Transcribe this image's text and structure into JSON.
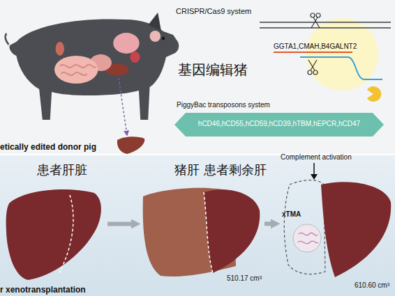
{
  "diagram": {
    "nodes": [
      {
        "text": [
          "hCD46,hCD55,hCD59,hCD39,hTBM,hEPCR,hCD47"
        ]
      },
      {
        "text": [
          "患者肝脏"
        ]
      },
      {
        "text": [
          "猪肝",
          "患者剩余肝",
          "510.17 cm³"
        ]
      },
      {
        "text": [
          "Complement activation",
          "xTMA",
          "610.60 cm³"
        ]
      }
    ],
    "edges": [
      {
        "from": 1,
        "to": 2,
        "arrow": "to"
      },
      {
        "from": 2,
        "to": 3,
        "arrow": "to"
      }
    ],
    "labels": [
      "CRISPR/Cas9 system",
      "GGTA1,CMAH,B4GALNT2",
      "基因编辑猪",
      "PiggyBac transposons system",
      "etically edited donor pig",
      "r xenotransplantation"
    ]
  }
}
